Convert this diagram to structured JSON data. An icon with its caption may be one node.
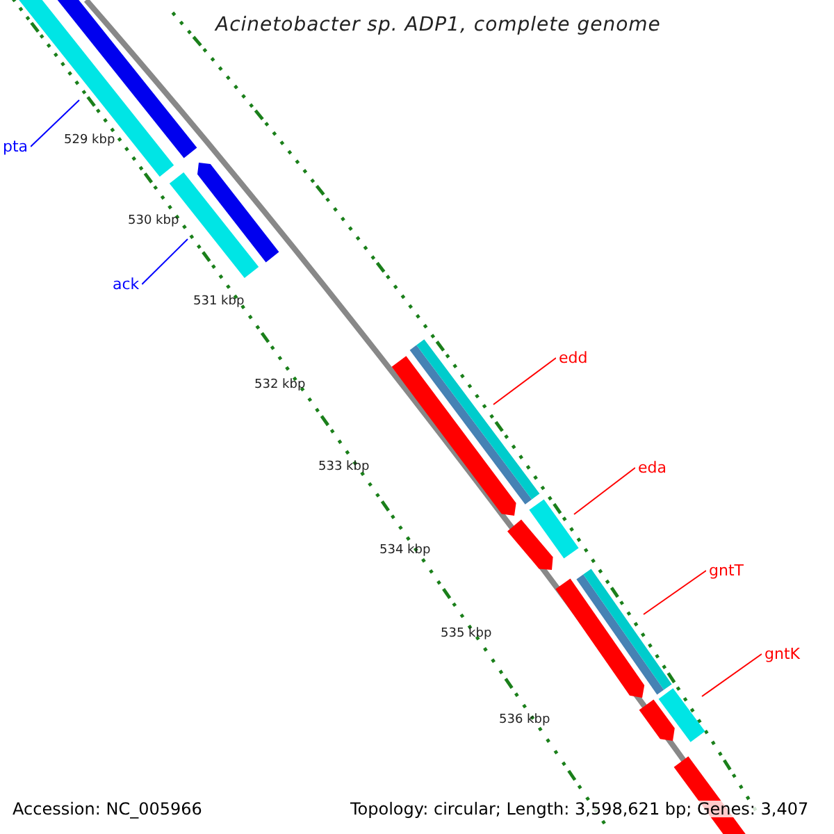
{
  "diagram": {
    "title": "Acinetobacter sp. ADP1, complete genome",
    "nodes": [
      {
        "text": [
          "pta"
        ]
      },
      {
        "text": [],
        "shape": "bar"
      },
      {
        "text": [
          "ack"
        ]
      },
      {
        "text": [],
        "shape": "bar"
      },
      {
        "text": [
          "edd"
        ]
      },
      {
        "text": [],
        "shape": "bar"
      },
      {
        "text": [
          "eda"
        ]
      },
      {
        "text": [],
        "shape": "bar"
      },
      {
        "text": [
          "gntT"
        ]
      },
      {
        "text": [],
        "shape": "bar"
      },
      {
        "text": [
          "gntK"
        ]
      },
      {
        "text": [],
        "shape": "bar"
      },
      {
        "text": [],
        "shape": "bar"
      },
      {
        "text": [],
        "shape": "bar"
      },
      {
        "text": [],
        "shape": "bar"
      },
      {
        "text": [],
        "shape": "bar"
      },
      {
        "text": [],
        "shape": "bar"
      },
      {
        "text": [],
        "shape": "bar"
      },
      {
        "text": [],
        "shape": "bar"
      }
    ],
    "edges": [
      {
        "from": 0,
        "to": 1,
        "arrow": "none",
        "color": "#0000ff"
      },
      {
        "from": 2,
        "to": 3,
        "arrow": "none",
        "color": "#0000ff"
      },
      {
        "from": 4,
        "to": 5,
        "arrow": "none",
        "color": "#ff0000"
      },
      {
        "from": 6,
        "to": 7,
        "arrow": "none",
        "color": "#ff0000"
      },
      {
        "from": 8,
        "to": 9,
        "arrow": "none",
        "color": "#ff0000"
      },
      {
        "from": 10,
        "to": 11,
        "arrow": "none",
        "color": "#ff0000"
      }
    ],
    "labels": [
      "529 kbp",
      "530 kbp",
      "531 kbp",
      "532 kbp",
      "533 kbp",
      "534 kbp",
      "535 kbp",
      "536 kbp",
      "Accession: NC_005966",
      "Topology: circular; Length: 3,598,621 bp; Genes: 3,407"
    ]
  }
}
